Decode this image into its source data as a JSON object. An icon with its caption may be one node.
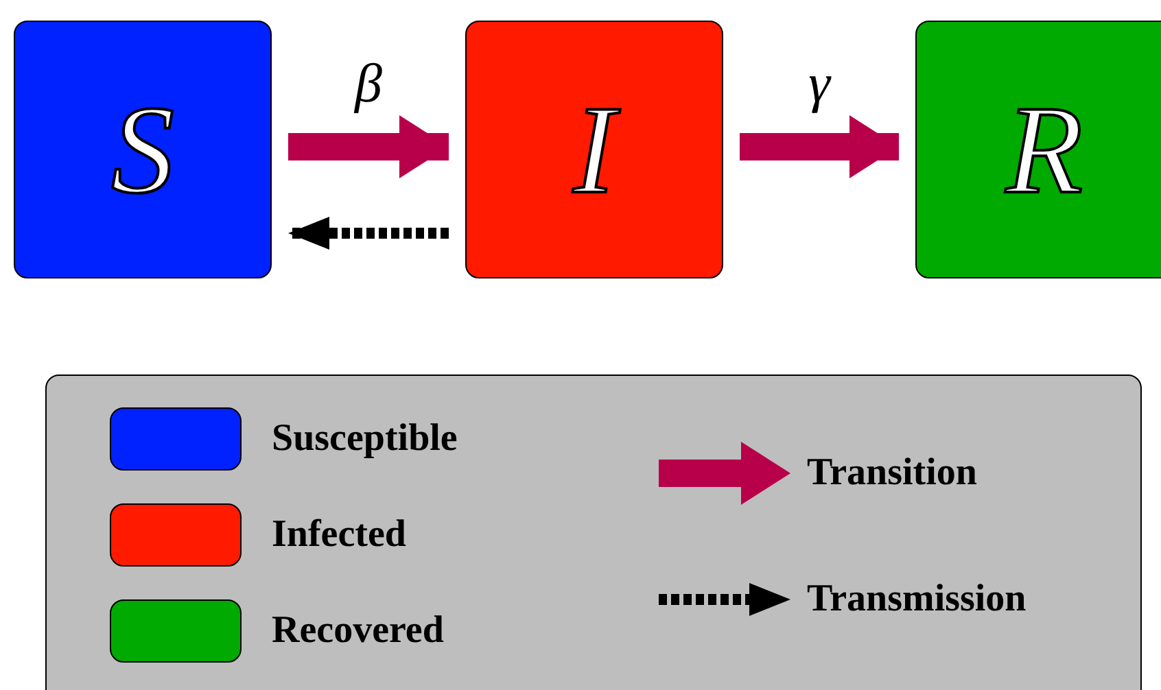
{
  "diagram": {
    "nodes": [
      {
        "text": [
          "S"
        ]
      },
      {
        "text": [
          "I"
        ]
      },
      {
        "text": [
          "R"
        ]
      }
    ],
    "edges": [
      {
        "from": 0,
        "to": 1,
        "arrow": "to",
        "label": "β"
      },
      {
        "from": 1,
        "to": 2,
        "arrow": "to",
        "label": "γ"
      },
      {
        "from": 1,
        "to": 0,
        "arrow": "to",
        "style": "dashed",
        "color": "#000000"
      }
    ],
    "legend": [
      {
        "text": "Susceptible",
        "color": "#0022ff"
      },
      {
        "text": "Infected",
        "color": "#ff1a00"
      },
      {
        "text": "Recovered",
        "color": "#00aa00"
      },
      {
        "text": "Transition"
      },
      {
        "text": "Transmission"
      }
    ]
  }
}
